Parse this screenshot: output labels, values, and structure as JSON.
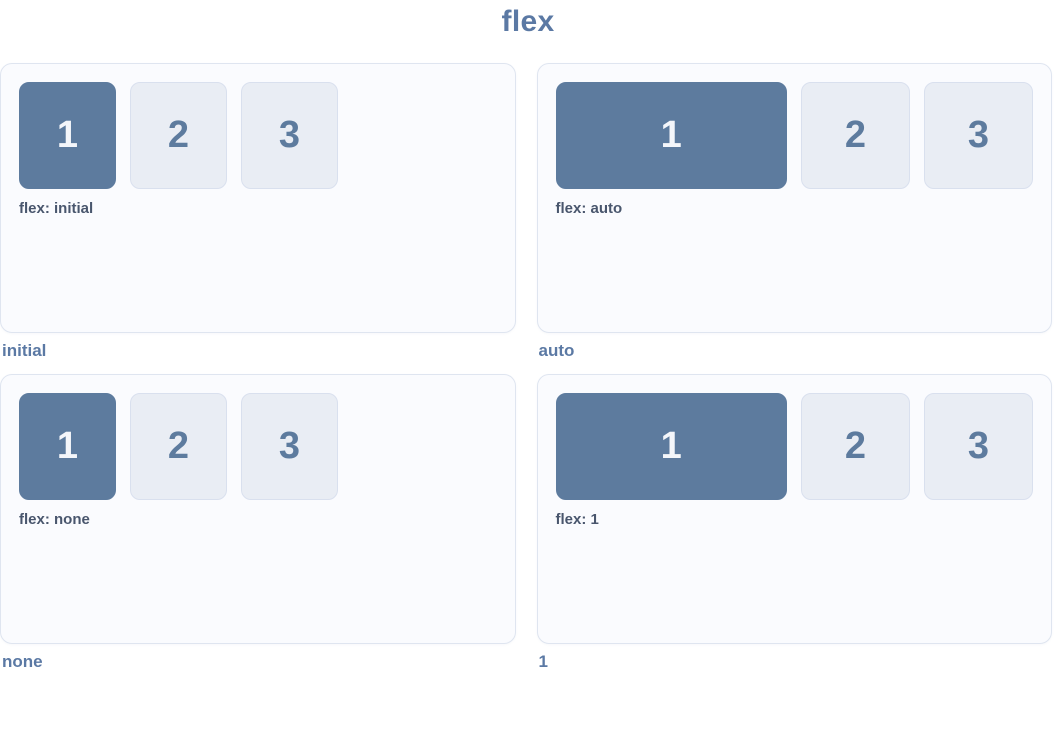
{
  "title": "flex",
  "colors": {
    "accent": "#5b79a4",
    "box1_bg": "#5d7b9e",
    "box1_text": "#f4f6fa",
    "box_light_bg": "#e9edf4",
    "box_light_border": "#d9e0ee",
    "panel_bg": "#fafbfe",
    "panel_border": "#dfe5f0",
    "caption_text": "#49566d"
  },
  "panels": [
    {
      "label": "initial",
      "caption": "flex: initial",
      "grow_first": false,
      "boxes": [
        "1",
        "2",
        "3"
      ]
    },
    {
      "label": "auto",
      "caption": "flex: auto",
      "grow_first": true,
      "boxes": [
        "1",
        "2",
        "3"
      ]
    },
    {
      "label": "none",
      "caption": "flex: none",
      "grow_first": false,
      "boxes": [
        "1",
        "2",
        "3"
      ]
    },
    {
      "label": "1",
      "caption": "flex: 1",
      "grow_first": true,
      "boxes": [
        "1",
        "2",
        "3"
      ]
    }
  ]
}
